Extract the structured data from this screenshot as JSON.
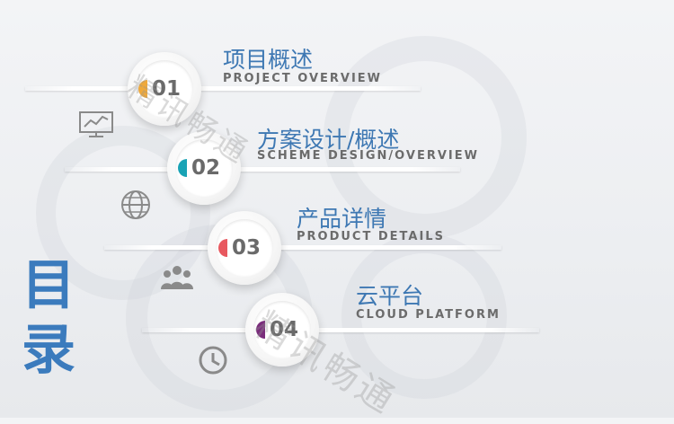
{
  "page": {
    "heading": "目录",
    "watermark": "精讯畅通"
  },
  "items": [
    {
      "number": "01",
      "title_zh": "项目概述",
      "title_en": "PROJECT OVERVIEW",
      "accent": "#f0a93a",
      "icon": "chart-monitor-icon"
    },
    {
      "number": "02",
      "title_zh": "方案设计/概述",
      "title_en": "SCHEME DESIGN/OVERVIEW",
      "accent": "#19a3b5",
      "icon": "globe-icon"
    },
    {
      "number": "03",
      "title_zh": "产品详情",
      "title_en": "PRODUCT DETAILS",
      "accent": "#e8585f",
      "icon": "people-icon"
    },
    {
      "number": "04",
      "title_zh": "云平台",
      "title_en": "CLOUD PLATFORM",
      "accent": "#7a2d7c",
      "icon": "clock-icon"
    }
  ],
  "colors": {
    "heading": "#3b7bbd",
    "title_zh": "#3e78b3",
    "title_en": "#6b6b6b",
    "icon": "#8a8a8a"
  }
}
